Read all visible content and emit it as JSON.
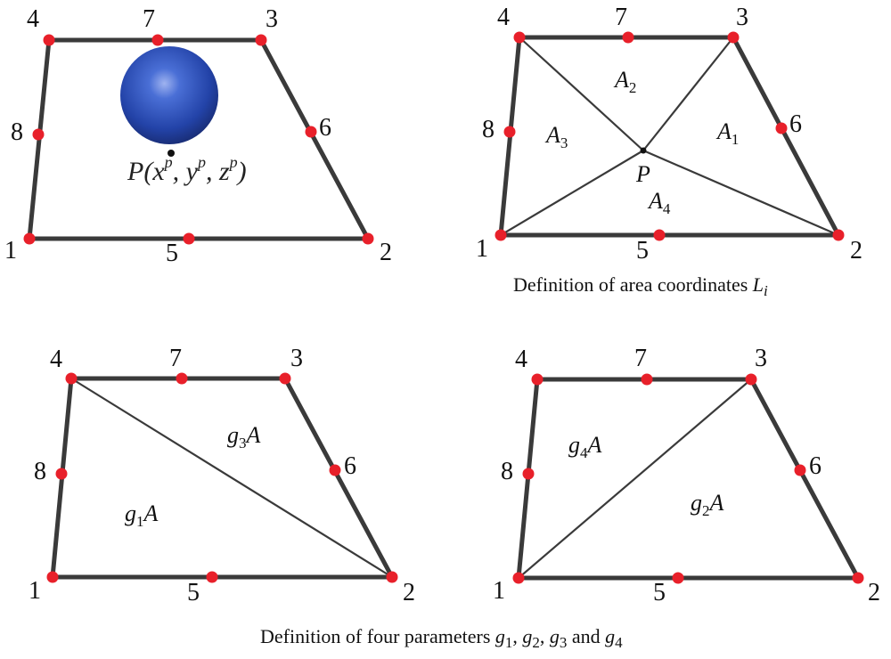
{
  "node_labels": [
    "1",
    "2",
    "3",
    "4",
    "5",
    "6",
    "7",
    "8"
  ],
  "panel1": {
    "point_label": {
      "p": "P(",
      "x": "x",
      "sup1": "p",
      "c1": ", ",
      "y": "y",
      "sup2": "p",
      "c2": ", ",
      "z": "z",
      "sup3": "p",
      "close": ")"
    }
  },
  "panel2": {
    "areas": [
      {
        "base": "A",
        "sub": "1"
      },
      {
        "base": "A",
        "sub": "2"
      },
      {
        "base": "A",
        "sub": "3"
      },
      {
        "base": "A",
        "sub": "4"
      }
    ],
    "point": "P",
    "caption": {
      "text": "Definition of area coordinates ",
      "var": "L",
      "sub": "i"
    }
  },
  "panel3": {
    "areas": [
      {
        "base": "g",
        "sub": "1",
        "suffix": "A"
      },
      {
        "base": "g",
        "sub": "3",
        "suffix": "A"
      }
    ]
  },
  "panel4": {
    "areas": [
      {
        "base": "g",
        "sub": "4",
        "suffix": "A"
      },
      {
        "base": "g",
        "sub": "2",
        "suffix": "A"
      }
    ]
  },
  "caption_bottom": {
    "text": "Definition of four parameters ",
    "g1": "g",
    "s1": "1",
    "sep1": ", ",
    "g2": "g",
    "s2": "2",
    "sep2": ", ",
    "g3": "g",
    "s3": "3",
    "and": " and ",
    "g4": "g",
    "s4": "4"
  },
  "colors": {
    "edge": "#3a3a3a",
    "node": "#e8202a",
    "fill": "#b4b4b4",
    "sphere": "#2d4fb0"
  }
}
